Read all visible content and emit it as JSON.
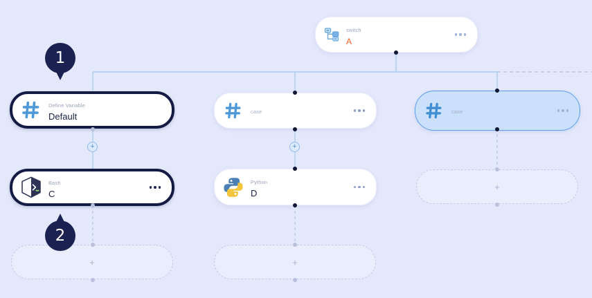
{
  "canvas": {
    "background": "#e4e8fb",
    "accent_blue": "#5b9cea",
    "node_dark": "#151c44",
    "value_orange": "#ef5b26"
  },
  "nodes": [
    {
      "id": "switch",
      "label": "switch",
      "value": "A",
      "icon": "switch-branch-icon",
      "state": "plain",
      "value_style": "accent",
      "menu": "…"
    },
    {
      "id": "define-variable",
      "label": "Define Variable",
      "value": "Default",
      "icon": "hash-icon",
      "state": "selected-dark",
      "menu": "…"
    },
    {
      "id": "case-middle",
      "label": "case",
      "value": "",
      "icon": "hash-icon",
      "state": "plain",
      "menu": "…"
    },
    {
      "id": "case-right",
      "label": "case",
      "value": "",
      "icon": "hash-icon",
      "state": "selected-blue",
      "menu": "…"
    },
    {
      "id": "bash",
      "label": "Bash",
      "value": "C",
      "icon": "bash-terminal-cube-icon",
      "state": "selected-dark",
      "menu": "…"
    },
    {
      "id": "python",
      "label": "Python",
      "value": "D",
      "icon": "python-icon",
      "state": "plain",
      "menu": "…"
    }
  ],
  "placeholders": [
    {
      "id": "add-left",
      "plus": "+"
    },
    {
      "id": "add-middle",
      "plus": "+"
    },
    {
      "id": "add-right",
      "plus": "+"
    }
  ],
  "connector_buttons": [
    {
      "id": "add-between-left",
      "plus": "+"
    },
    {
      "id": "add-between-middle",
      "plus": "+"
    }
  ],
  "markers": [
    {
      "id": "step-1",
      "number": "1",
      "direction": "down"
    },
    {
      "id": "step-2",
      "number": "2",
      "direction": "up"
    }
  ]
}
